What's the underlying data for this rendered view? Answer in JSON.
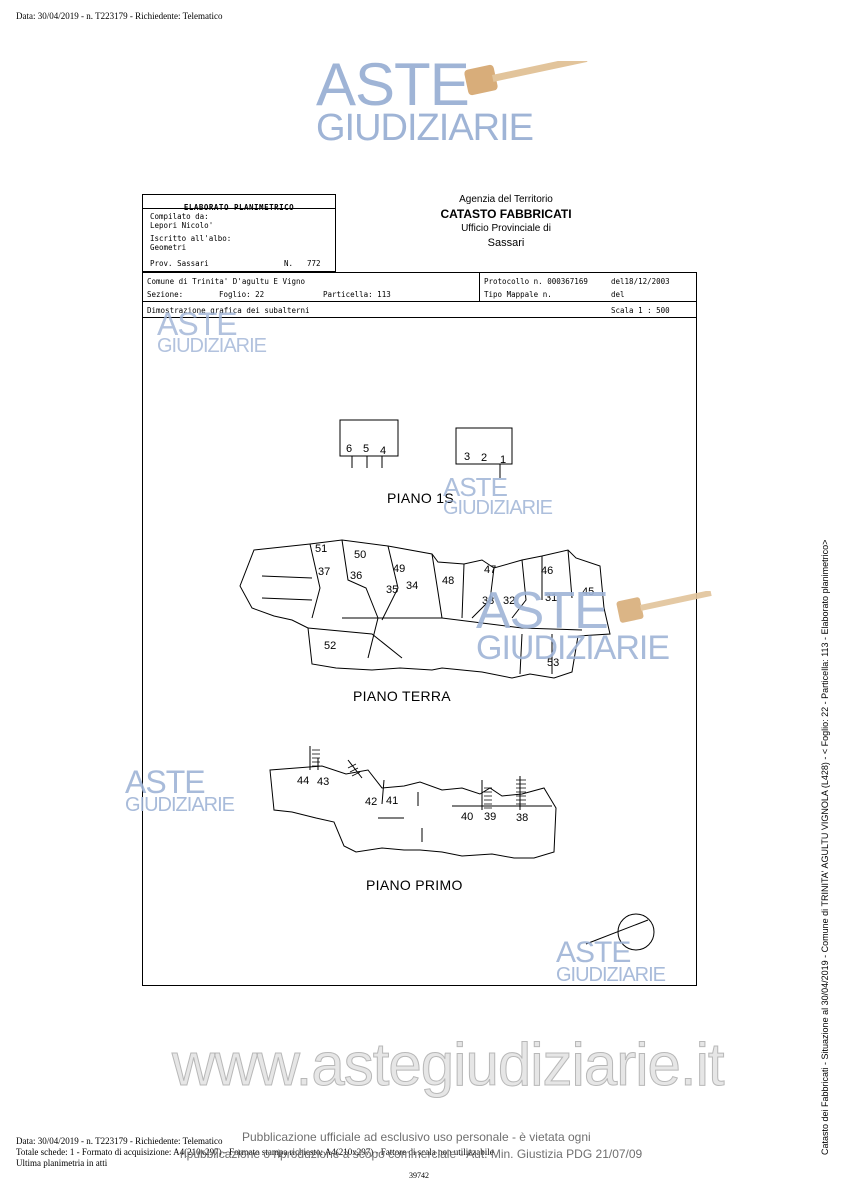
{
  "top_header": "Data: 30/04/2019 - n. T223179 - Richiedente: Telematico",
  "watermark": {
    "aste": "ASTE",
    "giudiziarie": "GIUDIZIARIE",
    "url": "www.astegiudiziarie.it"
  },
  "elaborato": {
    "title": "ELABORATO PLANIMETRICO",
    "compilato_label": "Compilato da:",
    "compilato_name": "Lepori Nicolo'",
    "iscritto_label": "Iscritto all'albo:",
    "iscritto_value": "Geometri",
    "prov_label": "Prov. Sassari",
    "n_label": "N.",
    "n_value": "772"
  },
  "agency": {
    "line1": "Agenzia del Territorio",
    "line2": "CATASTO FABBRICATI",
    "line3": "Ufficio Provinciale di",
    "line4": "Sassari"
  },
  "info": {
    "comune": "Comune di Trinita' D'agultu E Vigno",
    "sezione_label": "Sezione:",
    "foglio": "Foglio: 22",
    "particella": "Particella: 113",
    "protocollo": "Protocollo n. 000367169",
    "protocollo_date": "del18/12/2003",
    "tipo_mappale": "Tipo Mappale n.",
    "del": "del",
    "dimostrazione": "Dimostrazione grafica dei subalterni",
    "scala": "Scala 1 : 500"
  },
  "plans": {
    "piano_1s": "PIANO 1S",
    "piano_terra": "PIANO TERRA",
    "piano_primo": "PIANO PRIMO"
  },
  "units": {
    "p1s": [
      "6",
      "5",
      "4",
      "3",
      "2",
      "1"
    ],
    "terra": [
      "51",
      "37",
      "50",
      "36",
      "49",
      "35",
      "34",
      "48",
      "47",
      "46",
      "33",
      "32",
      "31",
      "45",
      "52",
      "53"
    ],
    "primo": [
      "44",
      "43",
      "42",
      "41",
      "40",
      "39",
      "38"
    ]
  },
  "side_text": "Catasto dei Fabbricati - Situazione al 30/04/2019 - Comune di TRINITA' AGULTU VIGNOLA (L428) - < Foglio: 22 - Particella: 113 - Elaborato planimetrico>",
  "footer": {
    "line1": "Data: 30/04/2019 - n. T223179 - Richiedente: Telematico",
    "line2": "Totale schede: 1 - Formato di acquisizione: A4(210x297) - Formato stampa richiesto: A4(210x297) - Fattore di scala non utilizzabile",
    "line3": "Ultima planimetria in atti",
    "page": "39742",
    "pub1": "Pubblicazione ufficiale ad esclusivo uso personale - è vietata ogni",
    "pub2": "ripubblicazione o riproduzione a scopo commerciale - Aut. Min. Giustizia PDG 21/07/09"
  }
}
